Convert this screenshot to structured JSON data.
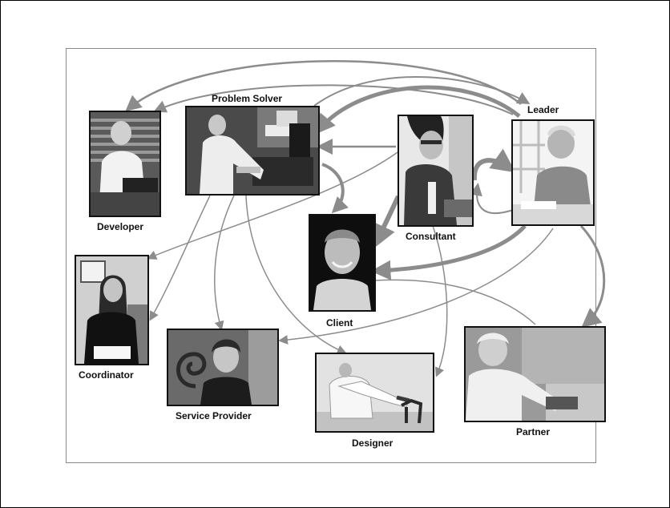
{
  "roles": [
    {
      "id": "problem-solver",
      "label": "Problem Solver"
    },
    {
      "id": "leader",
      "label": "Leader"
    },
    {
      "id": "developer",
      "label": "Developer"
    },
    {
      "id": "consultant",
      "label": "Consultant"
    },
    {
      "id": "client",
      "label": "Client"
    },
    {
      "id": "coordinator",
      "label": "Coordinator"
    },
    {
      "id": "service-provider",
      "label": "Service Provider"
    },
    {
      "id": "designer",
      "label": "Designer"
    },
    {
      "id": "partner",
      "label": "Partner"
    }
  ],
  "colors": {
    "arrow": "#8c8c8c",
    "frame": "#000000",
    "panel_border": "#8a8a8a"
  }
}
